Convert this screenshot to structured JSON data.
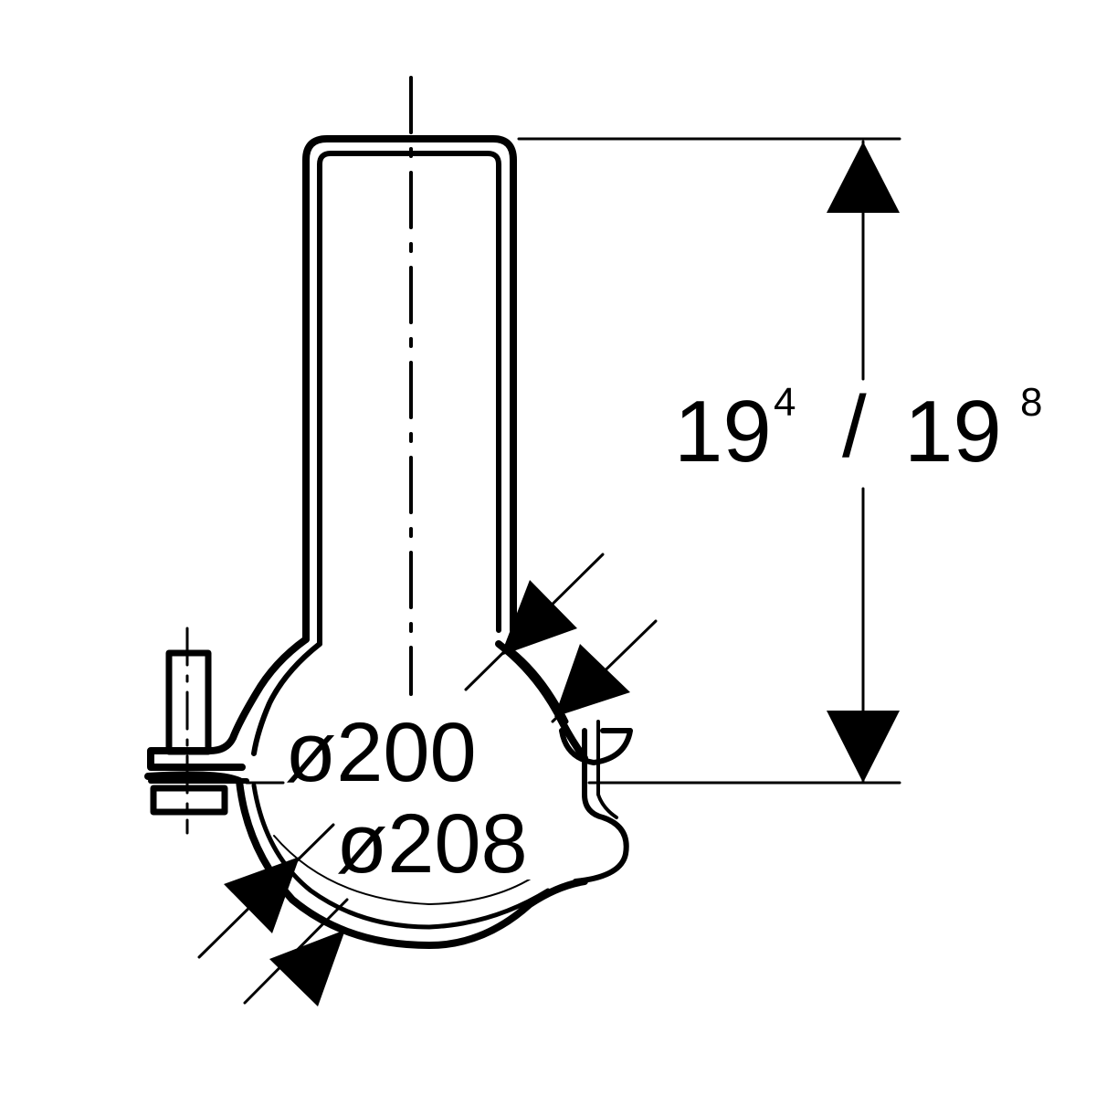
{
  "colors": {
    "line": "#000000",
    "background": "#ffffff"
  },
  "height_dimension": {
    "main_a": "19",
    "sup_a": "4",
    "separator": "/",
    "main_b": "19",
    "sup_b": "8"
  },
  "diameters": {
    "inner": "ø200",
    "outer": "ø208"
  }
}
